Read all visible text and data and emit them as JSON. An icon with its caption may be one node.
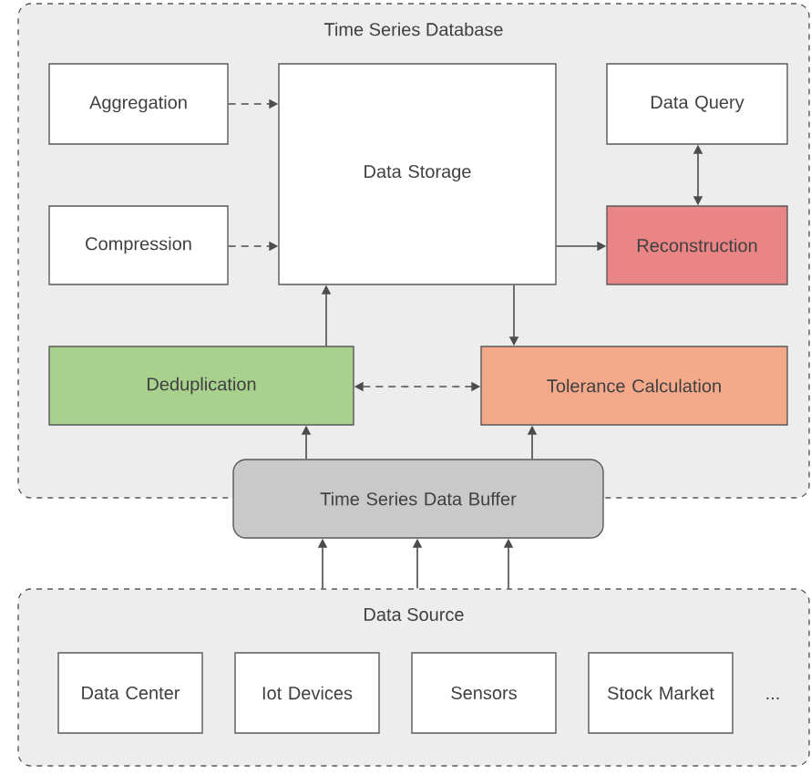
{
  "diagram": {
    "nodes": [
      {
        "text": [
          "Time Series Database"
        ]
      },
      {
        "text": [
          "Aggregation"
        ],
        "in": 0
      },
      {
        "text": [
          "Data Storage"
        ],
        "in": 0
      },
      {
        "text": [
          "Data Query"
        ],
        "in": 0
      },
      {
        "text": [
          "Compression"
        ],
        "in": 0
      },
      {
        "text": [
          "Reconstruction"
        ],
        "in": 0
      },
      {
        "text": [
          "Deduplication"
        ],
        "in": 0
      },
      {
        "text": [
          "Tolerance Calculation"
        ],
        "in": 0
      },
      {
        "text": [
          "Time Series Data Buffer"
        ]
      },
      {
        "text": [
          "Data Source"
        ]
      },
      {
        "text": [
          "Data Center"
        ],
        "in": 9
      },
      {
        "text": [
          "Iot Devices"
        ],
        "in": 9
      },
      {
        "text": [
          "Sensors"
        ],
        "in": 9
      },
      {
        "text": [
          "Stock Market"
        ],
        "in": 9
      }
    ],
    "edges": [
      {
        "from": 1,
        "to": 2,
        "arrow": "to",
        "style": "dashed"
      },
      {
        "from": 4,
        "to": 2,
        "arrow": "to",
        "style": "dashed"
      },
      {
        "from": 2,
        "to": 5,
        "arrow": "to"
      },
      {
        "from": 3,
        "to": 5,
        "arrow": "both"
      },
      {
        "from": 6,
        "to": 2,
        "arrow": "to"
      },
      {
        "from": 2,
        "to": 7,
        "arrow": "to"
      },
      {
        "from": 6,
        "to": 7,
        "arrow": "both",
        "style": "dashed"
      },
      {
        "from": 8,
        "to": 6,
        "arrow": "to"
      },
      {
        "from": 8,
        "to": 7,
        "arrow": "to"
      },
      {
        "from": 9,
        "to": 8,
        "arrow": "to"
      },
      {
        "from": 9,
        "to": 8,
        "arrow": "to"
      },
      {
        "from": 9,
        "to": 8,
        "arrow": "to"
      }
    ],
    "labels": [
      "..."
    ]
  }
}
